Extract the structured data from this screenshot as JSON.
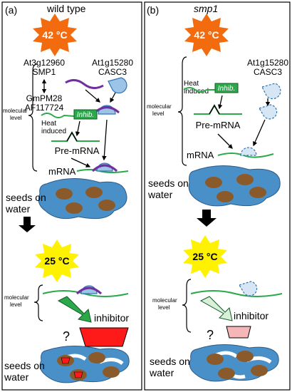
{
  "panel_a": {
    "label": "(a)",
    "title": "wild type",
    "temp_high": "42 °C",
    "gene_smp1_id": "At3g12960",
    "gene_smp1_name": "SMP1",
    "gene_gmpm_name": "GmPM28",
    "gene_gmpm_id": "AF117724",
    "gene_casc3_id": "At1g15280",
    "gene_casc3_name": "CASC3",
    "molecular_level": [
      "molecular",
      "level"
    ],
    "heat_induced": [
      "Heat",
      "induced"
    ],
    "inhib_label": "Inhib.",
    "pre_mrna": "Pre-mRNA",
    "mrna": "mRNA",
    "seeds_on_water": [
      "seeds on",
      "water"
    ],
    "temp_low": "25 °C",
    "molecular_level_2": [
      "molecular",
      "level"
    ],
    "inhibitor": "inhibitor",
    "question": "?",
    "seeds_on_water_2": [
      "seeds on",
      "water"
    ]
  },
  "panel_b": {
    "label": "(b)",
    "title": "smp1",
    "temp_high": "42 °C",
    "gene_casc3_id": "At1g15280",
    "gene_casc3_name": "CASC3",
    "molecular_level": [
      "molecular",
      "level"
    ],
    "heat_induced": [
      "Heat",
      "induced"
    ],
    "inhib_label": "Inhib.",
    "pre_mrna": "Pre-mRNA",
    "mrna": "mRNA",
    "seeds_on_water": [
      "seeds on",
      "water"
    ],
    "temp_low": "25 °C",
    "molecular_level_2": [
      "molecular",
      "level"
    ],
    "inhibitor": "inhibitor",
    "question": "?",
    "seeds_on_water_2": [
      "seeds on",
      "water"
    ]
  },
  "colors": {
    "sun_hot": "#f26c0f",
    "sun_cool": "#fff200",
    "rna_green": "#2aa84a",
    "purple": "#7030a0",
    "protein_blue": "#9dc3e6",
    "protein_edge": "#2e75b6",
    "seed_blue": "#4a90c8",
    "seed_brown": "#8b5a2b",
    "inhibitor_red": "#ff1a1a",
    "inhibitor_pink": "#f4b6b6",
    "inhib_box": "#2aa84a",
    "arrow_green": "#2aa84a",
    "arrow_light_green": "#d7f0d7"
  }
}
